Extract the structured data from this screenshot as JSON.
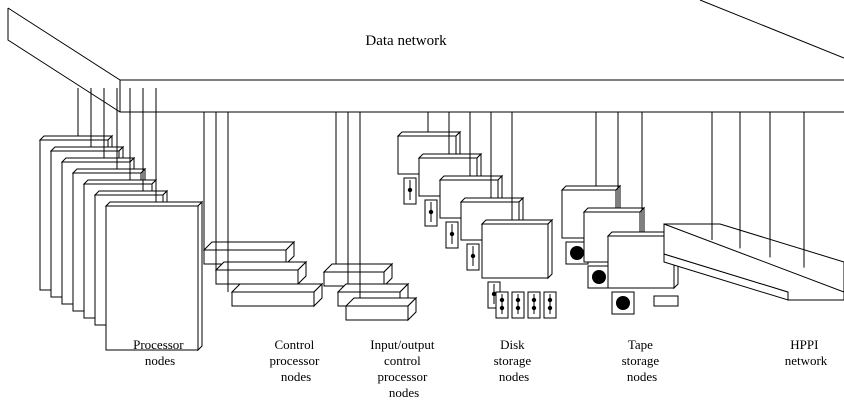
{
  "network": {
    "title": "Data network"
  },
  "labels": {
    "processor": [
      "Processor",
      "nodes"
    ],
    "control": [
      "Control",
      "processor",
      "nodes"
    ],
    "io": [
      "Input/output",
      "control",
      "processor",
      "nodes"
    ],
    "disk": [
      "Disk",
      "storage",
      "nodes"
    ],
    "tape": [
      "Tape",
      "storage",
      "nodes"
    ],
    "hppi": [
      "HPPI",
      "network"
    ]
  }
}
